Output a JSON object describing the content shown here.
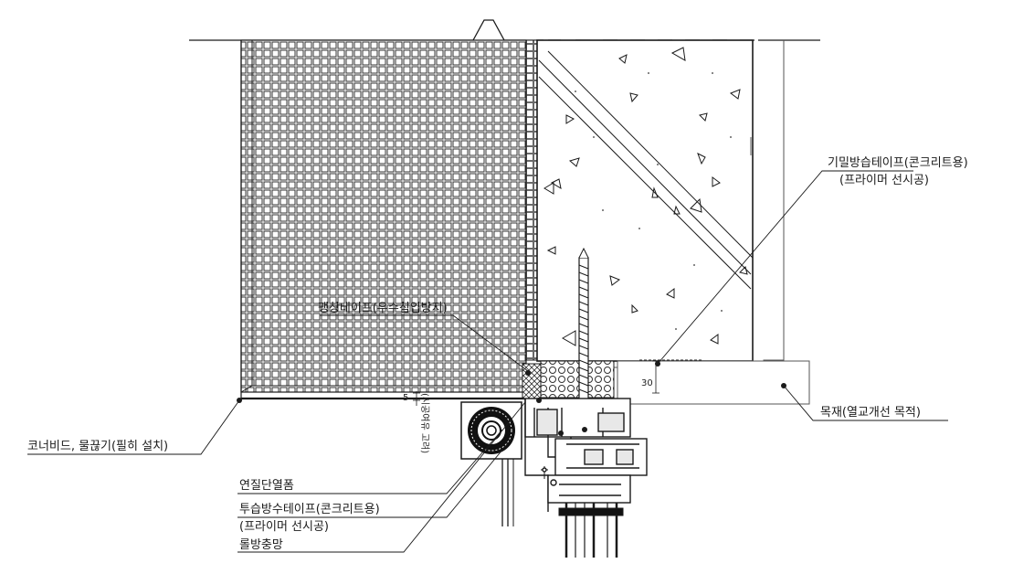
{
  "labels": {
    "airtight_tape": "기밀방습테이프(콘크리트용)",
    "airtight_tape_primer": "(프라이머 선시공)",
    "expansion_tape": "팽창테이프(우수침입방지)",
    "wood": "목재(열교개선 목적)",
    "corner_bead": "코너비드, 물끊기(필히 설치)",
    "soft_foam": "연질단열폼",
    "breathable_tape": "투습방수테이프(콘크리트용)",
    "breathable_tape_primer": "(프라이머 선시공)",
    "roll_screen": "롤방충망",
    "dimension_30": "30",
    "dimension_5": "5",
    "vertical_note": "(시공여유 고려)"
  },
  "colors": {
    "line": "#1a1a1a",
    "grid": "#333333",
    "frame_fill": "#e8e8e8"
  }
}
